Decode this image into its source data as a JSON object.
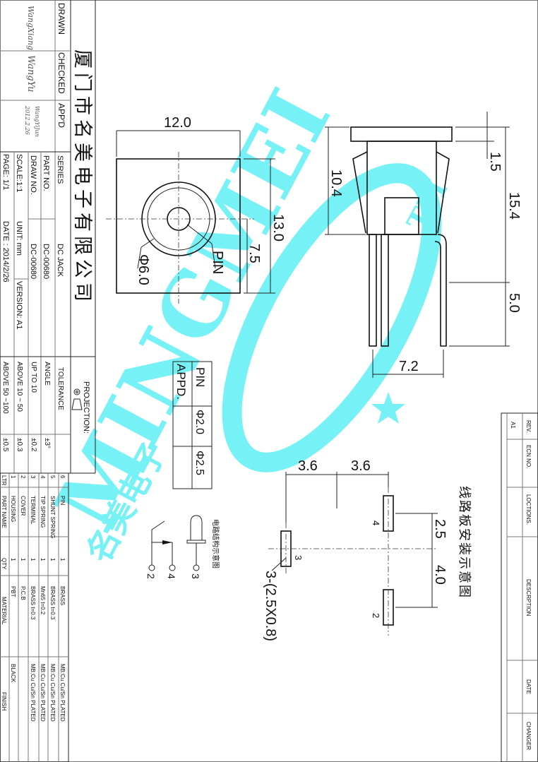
{
  "title_block": {
    "company": "厦门市名美电子有限公司",
    "drawn_label": "DRAWN",
    "checked_label": "CHECKED",
    "appd_label": "APP'D",
    "drawn_sig": "WangXiang",
    "checked_sig": "WangYu",
    "appd_sig": "WangYiJun",
    "appd_date": "2012.2.26",
    "series_label": "SERIES",
    "series_value": "DC  JACK",
    "part_no_label": "PART  NO.",
    "part_no_value": "DC-00680",
    "draw_no_label": "DRAW NO.",
    "draw_no_value": "DC-00680",
    "scale": "SCALE:1:1",
    "unit": "UNIT: mm",
    "version": "VERSION: A1",
    "page": "PAGE:  1/1",
    "date": "DATE : 2014/2/26"
  },
  "tolerance": {
    "projection_label": "PROJECTION:",
    "tolerance_label": "TOLERANCE",
    "rows": [
      {
        "label": "ANGLE",
        "value": "±3°"
      },
      {
        "label": "UP TO 10",
        "value": "±0.2"
      },
      {
        "label": "ABOVE 10 ~ 50",
        "value": "±0.3"
      },
      {
        "label": "ABOVE 50 ~100",
        "value": "±0.5"
      }
    ]
  },
  "parts_table": {
    "headers": [
      "LTR",
      "PART NAME",
      "QTY",
      "MATERIAL",
      "FINISH"
    ],
    "rows": [
      {
        "ltr": "6",
        "name": "PIN",
        "qty": "1",
        "material": "BRASS",
        "finish": "MB:Cu   Cu/Sn   PLATED"
      },
      {
        "ltr": "5",
        "name": "SHUNT  SPRING",
        "qty": "1",
        "material": "BRASS  t=0.3",
        "finish": "MB:Cu   Cu/Sn   PLATED"
      },
      {
        "ltr": "4",
        "name": "TIP  SPRING",
        "qty": "1",
        "material": "Mn65  t=0.2",
        "finish": "MB:Cu   Cu/Sn   PLATED"
      },
      {
        "ltr": "3",
        "name": "TERMINAL",
        "qty": "1",
        "material": "BRASS  t=0.3",
        "finish": "MB:Cu   Cu/Sn   PLATED"
      },
      {
        "ltr": "2",
        "name": "COVER",
        "qty": "1",
        "material": "P.C.B",
        "finish": ""
      },
      {
        "ltr": "1",
        "name": "HOUSING",
        "qty": "1",
        "material": "PBT",
        "finish": "BLACK"
      }
    ]
  },
  "revision_table": {
    "headers": [
      "REV.",
      "ECN NO.",
      "LOCTIONS.",
      "DESCRPTION",
      "DATE",
      "CHANGER"
    ],
    "rows": [
      {
        "rev": "A1"
      }
    ]
  },
  "pin_table": {
    "headers": [
      "PIN",
      "APPD."
    ],
    "values": [
      "Φ2.0",
      "Φ2.5"
    ]
  },
  "front_view": {
    "dim_width": "12.0",
    "dim_height": "13.0",
    "dim_center": "7.5",
    "dim_dia": "Φ6.0",
    "pin_label": "PIN"
  },
  "side_view": {
    "dim_flange": "1.5",
    "dim_body": "10.4",
    "dim_total": "15.4",
    "dim_pins": "5.0",
    "dim_pitch": "7.2"
  },
  "pcb_layout": {
    "title": "线路板安装示意图",
    "dim_a": "3.6",
    "dim_b": "3.6",
    "dim_c": "2.5",
    "dim_d": "4.0",
    "hole_spec": "3-(2.5X0.8)",
    "pad_labels": [
      "4",
      "3",
      "2"
    ]
  },
  "schematic": {
    "title": "电路结构示意图",
    "pins": [
      "2",
      "4",
      "3"
    ]
  },
  "watermark": {
    "text": "MINGMEI",
    "cn": "名美电子",
    "tm": "TM"
  }
}
